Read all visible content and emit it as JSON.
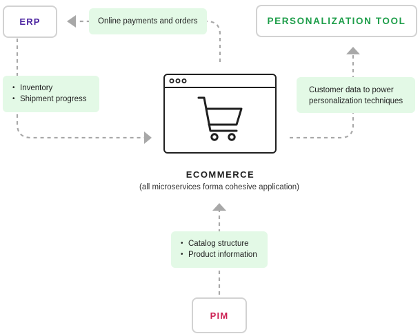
{
  "nodes": {
    "erp": {
      "label": "ERP",
      "color": "#4b23a0"
    },
    "personalization": {
      "label": "PERSONALIZATION TOOL",
      "color": "#1e9e4a"
    },
    "pim": {
      "label": "PIM",
      "color": "#cc1f52"
    },
    "ecommerce": {
      "title": "ECOMMERCE",
      "subtitle": "(all microservices forma cohesive application)",
      "icon": "shopping-cart-icon"
    }
  },
  "notes": {
    "payments": {
      "text": "Online payments and orders"
    },
    "erp_feed": {
      "items": [
        "Inventory",
        "Shipment progress"
      ]
    },
    "customer": {
      "lines": [
        "Customer data to power",
        "personalization techniques"
      ]
    },
    "pim_feed": {
      "items": [
        "Catalog structure",
        "Product information"
      ]
    }
  },
  "colors": {
    "note_bg": "#e3f9e6",
    "border": "#d2d2d2",
    "arrow": "#a8a8a8"
  }
}
